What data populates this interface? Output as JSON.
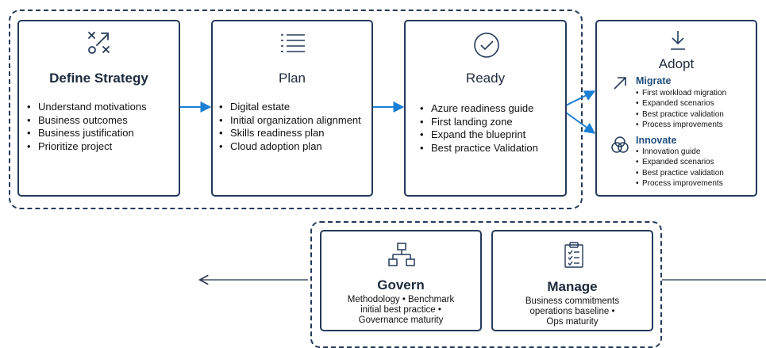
{
  "define": {
    "title": "Define Strategy",
    "icon": "strategy-icon",
    "items": [
      "Understand motivations",
      "Business outcomes",
      "Business justification",
      "Prioritize project"
    ]
  },
  "plan": {
    "title": "Plan",
    "icon": "list-icon",
    "items": [
      "Digital estate",
      "Initial organization alignment",
      "Skills readiness plan",
      "Cloud adoption plan"
    ]
  },
  "ready": {
    "title": "Ready",
    "icon": "checkmark-circle-icon",
    "items": [
      "Azure readiness guide",
      "First landing zone",
      "Expand the blueprint",
      "Best practice Validation"
    ]
  },
  "adopt": {
    "title": "Adopt",
    "icon": "download-icon",
    "migrate": {
      "title": "Migrate",
      "icon": "arrow-up-right-icon",
      "items": [
        "First workload migration",
        "Expanded scenarios",
        "Best practice validation",
        "Process improvements"
      ]
    },
    "innovate": {
      "title": "Innovate",
      "icon": "venn-icon",
      "items": [
        "Innovation  guide",
        "Expanded scenarios",
        "Best practice validation",
        "Process improvements"
      ]
    }
  },
  "govern": {
    "title": "Govern",
    "icon": "hierarchy-icon",
    "lines": [
      "Methodology • Benchmark",
      "initial best practice •",
      "Governance maturity"
    ]
  },
  "manage": {
    "title": "Manage",
    "icon": "clipboard-icon",
    "lines": [
      "Business commitments",
      "operations baseline •",
      "Ops maturity"
    ]
  },
  "colors": {
    "border": "#243a5a",
    "arrow": "#1b7fd4",
    "line": "#24324a"
  }
}
